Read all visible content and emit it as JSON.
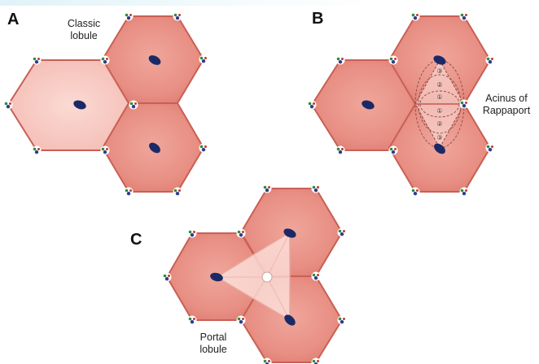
{
  "panels": {
    "a": {
      "letter": "A",
      "label": "Classic\nlobule"
    },
    "b": {
      "letter": "B",
      "label": "Acinus of\nRappaport",
      "zones": [
        "③",
        "②",
        "①",
        "①",
        "②",
        "③"
      ]
    },
    "c": {
      "letter": "C",
      "label": "Portal\nlobule"
    }
  },
  "colors": {
    "lobule_fill": "#e88f84",
    "lobule_highlight_fill": "#f8cbc4",
    "lobule_stroke": "#c95f55",
    "central_vein": "#1b2a66",
    "portal_bile_duct": "#2e8b3e",
    "portal_artery": "#c0392b",
    "portal_vein": "#2c3e8c",
    "triangle_fill": "#fde3de"
  },
  "icons": {
    "central_vein": "dark-blue-oval",
    "portal_triad": "three-dot-cluster"
  }
}
